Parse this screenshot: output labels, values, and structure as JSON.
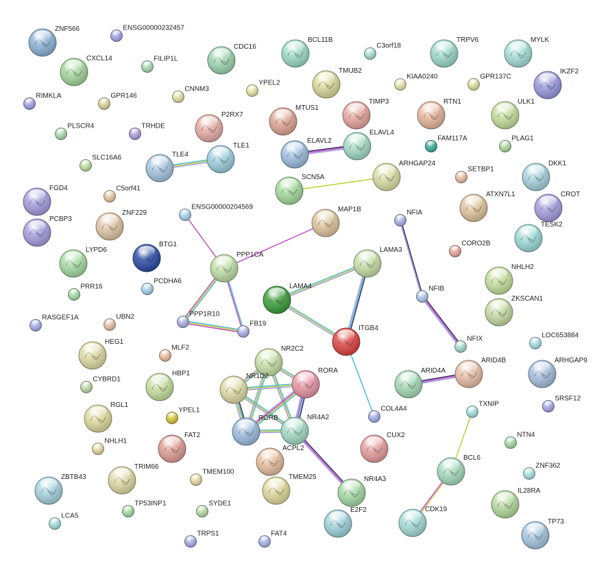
{
  "network": {
    "nodes": [
      {
        "id": "ZNF566",
        "label": "ZNF566",
        "color": "#8fb5d9",
        "big": true
      },
      {
        "id": "ENSG00000232457",
        "label": "ENSG00000232457",
        "color": "#a7a7e8",
        "big": false
      },
      {
        "id": "CXCL14",
        "label": "CXCL14",
        "color": "#a8d8a0",
        "big": true
      },
      {
        "id": "FILIP1L",
        "label": "FILIP1L",
        "color": "#a8dcb4",
        "big": false
      },
      {
        "id": "CDC16",
        "label": "CDC16",
        "color": "#9fd6b0",
        "big": true
      },
      {
        "id": "BCL11B",
        "label": "BCL11B",
        "color": "#9fdcc8",
        "big": true
      },
      {
        "id": "C3orf18",
        "label": "C3orf18",
        "color": "#a8e0d0",
        "big": false
      },
      {
        "id": "TRPV6",
        "label": "TRPV6",
        "color": "#9fdccb",
        "big": true
      },
      {
        "id": "MYLK",
        "label": "MYLK",
        "color": "#a8e0d8",
        "big": true
      },
      {
        "id": "IKZF2",
        "label": "IKZF2",
        "color": "#9c9be0",
        "big": true
      },
      {
        "id": "RIMKLA",
        "label": "RIMKLA",
        "color": "#a5a5e6",
        "big": false
      },
      {
        "id": "GPR146",
        "label": "GPR146",
        "color": "#e0d4a0",
        "big": false
      },
      {
        "id": "CNNM3",
        "label": "CNNM3",
        "color": "#e0e0a8",
        "big": false
      },
      {
        "id": "YPEL2",
        "label": "YPEL2",
        "color": "#e6e6a8",
        "big": false
      },
      {
        "id": "TMUB2",
        "label": "TMUB2",
        "color": "#dcdca0",
        "big": true
      },
      {
        "id": "KIAA0240",
        "label": "KIAA0240",
        "color": "#e6e6b0",
        "big": false
      },
      {
        "id": "GPR137C",
        "label": "GPR137C",
        "color": "#e0e0a0",
        "big": false
      },
      {
        "id": "ULK1",
        "label": "ULK1",
        "color": "#c8e0a0",
        "big": true
      },
      {
        "id": "PLSCR4",
        "label": "PLSCR4",
        "color": "#a8dcb0",
        "big": false
      },
      {
        "id": "TRHDE",
        "label": "TRHDE",
        "color": "#b0a0e0",
        "big": false
      },
      {
        "id": "P2RX7",
        "label": "P2RX7",
        "color": "#e8b0a8",
        "big": true
      },
      {
        "id": "MTUS1",
        "label": "MTUS1",
        "color": "#e0a898",
        "big": true
      },
      {
        "id": "TIMP3",
        "label": "TIMP3",
        "color": "#e8a8a0",
        "big": true
      },
      {
        "id": "RTN1",
        "label": "RTN1",
        "color": "#e8b8a0",
        "big": true
      },
      {
        "id": "FAM117A",
        "label": "FAM117A",
        "color": "#40b0a0",
        "big": false
      },
      {
        "id": "PLAG1",
        "label": "PLAG1",
        "color": "#b0dca0",
        "big": false
      },
      {
        "id": "SLC16A6",
        "label": "SLC16A6",
        "color": "#c0e0a8",
        "big": false
      },
      {
        "id": "TLE4",
        "label": "TLE4",
        "color": "#a8c8e0",
        "big": true
      },
      {
        "id": "TLE1",
        "label": "TLE1",
        "color": "#a0d0e0",
        "big": true
      },
      {
        "id": "ELAVL2",
        "label": "ELAVL2",
        "color": "#a0c0e0",
        "big": true
      },
      {
        "id": "ELAVL4",
        "label": "ELAVL4",
        "color": "#a8dcc8",
        "big": true
      },
      {
        "id": "ARHGAP24",
        "label": "ARHGAP24",
        "color": "#dce0a8",
        "big": true
      },
      {
        "id": "SETBP1",
        "label": "SETBP1",
        "color": "#e8c0a8",
        "big": false
      },
      {
        "id": "DKK1",
        "label": "DKK1",
        "color": "#a8d4e0",
        "big": true
      },
      {
        "id": "FGD4",
        "label": "FGD4",
        "color": "#a8a0e0",
        "big": true
      },
      {
        "id": "C5orf41",
        "label": "C5orf41",
        "color": "#e8c8a0",
        "big": false
      },
      {
        "id": "SCN5A",
        "label": "SCN5A",
        "color": "#a8dca0",
        "big": true
      },
      {
        "id": "ATXN7L1",
        "label": "ATXN7L1",
        "color": "#e0c8a0",
        "big": true
      },
      {
        "id": "CROT",
        "label": "CROT",
        "color": "#a8a0e0",
        "big": true
      },
      {
        "id": "PCBP3",
        "label": "PCBP3",
        "color": "#a8a0e0",
        "big": true
      },
      {
        "id": "ZNF229",
        "label": "ZNF229",
        "color": "#e0c8a8",
        "big": true
      },
      {
        "id": "ENSG00000204569",
        "label": "ENSG00000204569",
        "color": "#a8d4ec",
        "big": false
      },
      {
        "id": "MAP1B",
        "label": "MAP1B",
        "color": "#e0c8a0",
        "big": true
      },
      {
        "id": "NFIA",
        "label": "NFIA",
        "color": "#b0b4e8",
        "big": false
      },
      {
        "id": "TESK2",
        "label": "TESK2",
        "color": "#a0dcd8",
        "big": true
      },
      {
        "id": "LYPD6",
        "label": "LYPD6",
        "color": "#a8dca8",
        "big": true
      },
      {
        "id": "BTG1",
        "label": "BTG1",
        "color": "#3050a8",
        "big": true
      },
      {
        "id": "PPP1CA",
        "label": "PPP1CA",
        "color": "#c0e0a8",
        "big": true
      },
      {
        "id": "LAMA3",
        "label": "LAMA3",
        "color": "#c8e0a8",
        "big": true
      },
      {
        "id": "CORO2B",
        "label": "CORO2B",
        "color": "#e8a8a0",
        "big": false
      },
      {
        "id": "NHLH2",
        "label": "NHLH2",
        "color": "#c8e0a0",
        "big": true
      },
      {
        "id": "PRR16",
        "label": "PRR16",
        "color": "#a8dca8",
        "big": false
      },
      {
        "id": "PCDHA6",
        "label": "PCDHA6",
        "color": "#a8d4ec",
        "big": false
      },
      {
        "id": "LAMA4",
        "label": "LAMA4",
        "color": "#40a040",
        "big": true
      },
      {
        "id": "NFIB",
        "label": "NFIB",
        "color": "#b0c8e8",
        "big": false
      },
      {
        "id": "ZKSCAN1",
        "label": "ZKSCAN1",
        "color": "#c8dca8",
        "big": true
      },
      {
        "id": "PPP1R10",
        "label": "PPP1R10",
        "color": "#b0b4e8",
        "big": false
      },
      {
        "id": "RASGEF1A",
        "label": "RASGEF1A",
        "color": "#a8b0e8",
        "big": false
      },
      {
        "id": "UBN2",
        "label": "UBN2",
        "color": "#e8c0a8",
        "big": false
      },
      {
        "id": "FB19",
        "label": "FB19",
        "color": "#b0b4e8",
        "big": false
      },
      {
        "id": "ITGB4",
        "label": "ITGB4",
        "color": "#e04848",
        "big": true
      },
      {
        "id": "NFIX",
        "label": "NFIX",
        "color": "#a8dcd0",
        "big": false
      },
      {
        "id": "LOC653884",
        "label": "LOC653884",
        "color": "#a8e0e8",
        "big": false
      },
      {
        "id": "HEG1",
        "label": "HEG1",
        "color": "#e0dca8",
        "big": true
      },
      {
        "id": "MLF2",
        "label": "MLF2",
        "color": "#e8c0a0",
        "big": false
      },
      {
        "id": "NR2C2",
        "label": "NR2C2",
        "color": "#c8e0a8",
        "big": true
      },
      {
        "id": "ARID4A",
        "label": "ARID4A",
        "color": "#a8dcb8",
        "big": true
      },
      {
        "id": "ARID4B",
        "label": "ARID4B",
        "color": "#e8c0a8",
        "big": true
      },
      {
        "id": "ARHGAP9",
        "label": "ARHGAP9",
        "color": "#a8c0e0",
        "big": true
      },
      {
        "id": "CYBRD1",
        "label": "CYBRD1",
        "color": "#c0dca8",
        "big": false
      },
      {
        "id": "HBP1",
        "label": "HBP1",
        "color": "#c8e0a0",
        "big": true
      },
      {
        "id": "NR1D2",
        "label": "NR1D2",
        "color": "#e0dca8",
        "big": true
      },
      {
        "id": "RORA",
        "label": "RORA",
        "color": "#e898a8",
        "big": true
      },
      {
        "id": "SRSF12",
        "label": "SRSF12",
        "color": "#a8a8e8",
        "big": false
      },
      {
        "id": "TXNIP",
        "label": "TXNIP",
        "color": "#a8e0e0",
        "big": false
      },
      {
        "id": "RGL1",
        "label": "RGL1",
        "color": "#e0dca0",
        "big": true
      },
      {
        "id": "YPEL1",
        "label": "YPEL1",
        "color": "#d8c840",
        "big": false
      },
      {
        "id": "COL4A4",
        "label": "COL4A4",
        "color": "#a8b0e8",
        "big": false
      },
      {
        "id": "RORB",
        "label": "RORB",
        "color": "#a0c0e0",
        "big": true
      },
      {
        "id": "NR4A2",
        "label": "NR4A2",
        "color": "#a8dcc8",
        "big": true
      },
      {
        "id": "CUX2",
        "label": "CUX2",
        "color": "#e8a0a0",
        "big": true
      },
      {
        "id": "NTN4",
        "label": "NTN4",
        "color": "#a8dca8",
        "big": false
      },
      {
        "id": "NHLH1",
        "label": "NHLH1",
        "color": "#e8dca8",
        "big": false
      },
      {
        "id": "FAT2",
        "label": "FAT2",
        "color": "#e0a098",
        "big": true
      },
      {
        "id": "ACPL2",
        "label": "ACPL2",
        "color": "#e8c0a0",
        "big": true
      },
      {
        "id": "BCL6",
        "label": "BCL6",
        "color": "#a8dcc0",
        "big": true
      },
      {
        "id": "ZNF362",
        "label": "ZNF362",
        "color": "#a8e0e0",
        "big": false
      },
      {
        "id": "ZBTB43",
        "label": "ZBTB43",
        "color": "#a8d4e0",
        "big": true
      },
      {
        "id": "TRIM66",
        "label": "TRIM66",
        "color": "#e0dca8",
        "big": true
      },
      {
        "id": "TMEM100",
        "label": "TMEM100",
        "color": "#e8dca8",
        "big": false
      },
      {
        "id": "TMEM25",
        "label": "TMEM25",
        "color": "#e0dca0",
        "big": true
      },
      {
        "id": "NR4A3",
        "label": "NR4A3",
        "color": "#a8dca8",
        "big": true
      },
      {
        "id": "IL28RA",
        "label": "IL28RA",
        "color": "#b8dca0",
        "big": true
      },
      {
        "id": "TP53INP1",
        "label": "TP53INP1",
        "color": "#a8dca8",
        "big": false
      },
      {
        "id": "SYDE1",
        "label": "SYDE1",
        "color": "#b8dca8",
        "big": false
      },
      {
        "id": "LCA5",
        "label": "LCA5",
        "color": "#a8e0e0",
        "big": false
      },
      {
        "id": "E2F2",
        "label": "E2F2",
        "color": "#a0d4dc",
        "big": true
      },
      {
        "id": "CDK19",
        "label": "CDK19",
        "color": "#a8dcd8",
        "big": true
      },
      {
        "id": "TP73",
        "label": "TP73",
        "color": "#a8c8e0",
        "big": true
      },
      {
        "id": "TRPS1",
        "label": "TRPS1",
        "color": "#a8b0e8",
        "big": false
      },
      {
        "id": "FAT4",
        "label": "FAT4",
        "color": "#a8b4e8",
        "big": false
      }
    ],
    "edges": [
      {
        "from": "TLE4",
        "to": "TLE1",
        "colors": [
          "#3cb8c8",
          "#c8c840",
          "#9898e8"
        ]
      },
      {
        "from": "ELAVL2",
        "to": "ELAVL4",
        "colors": [
          "#202050",
          "#c040c0",
          "#9898e8"
        ]
      },
      {
        "from": "SCN5A",
        "to": "ARHGAP24",
        "colors": [
          "#b8d030"
        ]
      },
      {
        "from": "ENSG00000204569",
        "to": "PPP1CA",
        "colors": [
          "#c040c0"
        ]
      },
      {
        "from": "PPP1CA",
        "to": "MAP1B",
        "colors": [
          "#c040c0"
        ]
      },
      {
        "from": "PPP1CA",
        "to": "PPP1R10",
        "colors": [
          "#3cb8c8",
          "#c8c840",
          "#c040c0"
        ]
      },
      {
        "from": "PPP1CA",
        "to": "FB19",
        "colors": [
          "#3cb8c8",
          "#c040c0"
        ]
      },
      {
        "from": "PPP1R10",
        "to": "FB19",
        "colors": [
          "#3cb8c8",
          "#c8c840",
          "#c040c0"
        ]
      },
      {
        "from": "LAMA4",
        "to": "LAMA3",
        "colors": [
          "#3cb8c8",
          "#c8c840",
          "#9898e8"
        ]
      },
      {
        "from": "LAMA4",
        "to": "ITGB4",
        "colors": [
          "#3cb8c8",
          "#c8c840",
          "#9898e8"
        ]
      },
      {
        "from": "LAMA3",
        "to": "ITGB4",
        "colors": [
          "#202050",
          "#3cb8c8",
          "#9898e8"
        ]
      },
      {
        "from": "ITGB4",
        "to": "COL4A4",
        "colors": [
          "#3cb8c8"
        ]
      },
      {
        "from": "NFIA",
        "to": "NFIB",
        "colors": [
          "#202050",
          "#9898e8"
        ]
      },
      {
        "from": "NFIB",
        "to": "NFIX",
        "colors": [
          "#202050",
          "#c040c0",
          "#9898e8"
        ]
      },
      {
        "from": "ARID4A",
        "to": "ARID4B",
        "colors": [
          "#202050",
          "#c040c0",
          "#9898e8"
        ]
      },
      {
        "from": "TXNIP",
        "to": "BCL6",
        "colors": [
          "#b8d030"
        ]
      },
      {
        "from": "BCL6",
        "to": "CDK19",
        "colors": [
          "#c8c840",
          "#c040c0"
        ]
      },
      {
        "from": "NR2C2",
        "to": "NR1D2",
        "colors": [
          "#3cb8c8",
          "#c8c840",
          "#9898e8"
        ]
      },
      {
        "from": "NR2C2",
        "to": "RORA",
        "colors": [
          "#3cb8c8",
          "#c8c840",
          "#9898e8"
        ]
      },
      {
        "from": "NR2C2",
        "to": "RORB",
        "colors": [
          "#3cb8c8",
          "#c8c840",
          "#9898e8"
        ]
      },
      {
        "from": "NR2C2",
        "to": "NR4A2",
        "colors": [
          "#3cb8c8",
          "#c8c840",
          "#9898e8"
        ]
      },
      {
        "from": "NR1D2",
        "to": "RORA",
        "colors": [
          "#3cb8c8",
          "#c8c840",
          "#9898e8"
        ]
      },
      {
        "from": "NR1D2",
        "to": "RORB",
        "colors": [
          "#202050",
          "#3cb8c8",
          "#c8c840",
          "#9898e8"
        ]
      },
      {
        "from": "NR1D2",
        "to": "NR4A2",
        "colors": [
          "#3cb8c8",
          "#c8c840",
          "#9898e8"
        ]
      },
      {
        "from": "RORA",
        "to": "RORB",
        "colors": [
          "#3cb8c8",
          "#c8c840",
          "#c040c0",
          "#9898e8"
        ]
      },
      {
        "from": "RORA",
        "to": "NR4A2",
        "colors": [
          "#202050",
          "#3cb8c8",
          "#c040c0",
          "#9898e8"
        ]
      },
      {
        "from": "RORB",
        "to": "NR4A2",
        "colors": [
          "#3cb8c8",
          "#c8c840",
          "#9898e8"
        ]
      },
      {
        "from": "NR4A2",
        "to": "NR4A3",
        "colors": [
          "#202050",
          "#c040c0",
          "#9898e8"
        ]
      }
    ]
  }
}
